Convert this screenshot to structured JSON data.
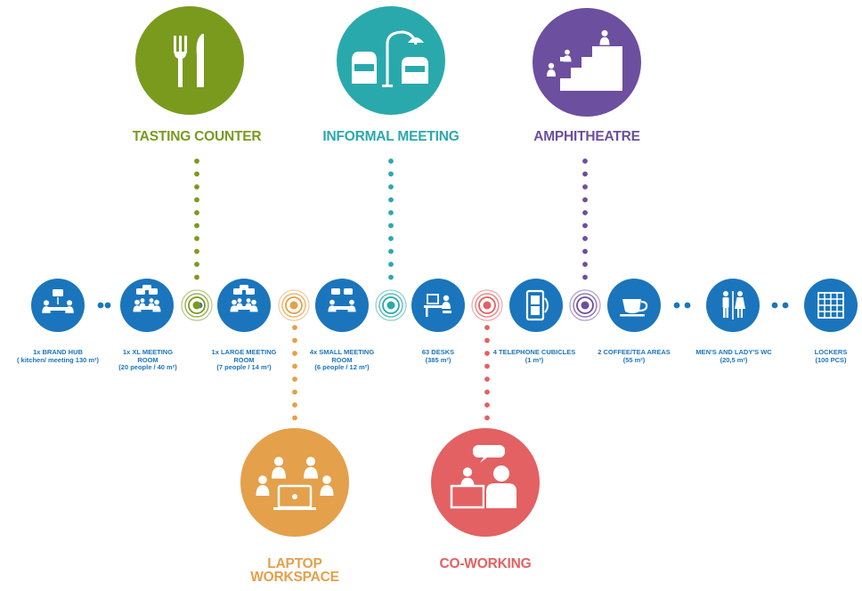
{
  "colors": {
    "blue": "#1b75bc",
    "green": "#7a9a1e",
    "teal": "#2aa9ad",
    "purple": "#6c4f9e",
    "orange": "#e4a04a",
    "red": "#e36162"
  },
  "timeline_items": [
    {
      "icon": "brand-hub-icon",
      "line1": "1x BRAND HUB",
      "line2": "( kitchen/ meeting 130 m²)",
      "line3": ""
    },
    {
      "icon": "xl-meeting-room-icon",
      "line1": "1x XL MEETING",
      "line2": "ROOM",
      "line3": "(20 people / 40 m²)"
    },
    {
      "icon": "large-meeting-room-icon",
      "line1": "1x LARGE MEETING",
      "line2": "ROOM",
      "line3": "(7 people / 14 m²)"
    },
    {
      "icon": "small-meeting-room-icon",
      "line1": "4x SMALL MEETING",
      "line2": "ROOM",
      "line3": "(6 people / 12 m²)"
    },
    {
      "icon": "desk-icon",
      "line1": "63 DESKS",
      "line2": "(385 m²)",
      "line3": ""
    },
    {
      "icon": "telephone-cubicle-icon",
      "line1": "4 TELEPHONE CUBICLES",
      "line2": "(1 m²)",
      "line3": ""
    },
    {
      "icon": "coffee-cup-icon",
      "line1": "2 COFFEE/TEA AREAS",
      "line2": "(55 m²)",
      "line3": ""
    },
    {
      "icon": "wc-icon",
      "line1": "MEN'S AND LADY'S WC",
      "line2": "(20,5 m²)",
      "line3": ""
    },
    {
      "icon": "lockers-icon",
      "line1": "LOCKERS",
      "line2": "(100 PCS)",
      "line3": ""
    }
  ],
  "top_features": [
    {
      "icon": "fork-knife-icon",
      "label": "TASTING COUNTER",
      "color": "#7a9a1e"
    },
    {
      "icon": "lounge-chairs-lamp-icon",
      "label": "INFORMAL MEETING",
      "color": "#2aa9ad"
    },
    {
      "icon": "stairs-seating-icon",
      "label": "AMPHITHEATRE",
      "color": "#6c4f9e"
    }
  ],
  "bottom_features": [
    {
      "icon": "laptop-group-icon",
      "label_line1": "LAPTOP",
      "label_line2": "WORKSPACE",
      "color": "#e4a04a"
    },
    {
      "icon": "co-working-icon",
      "label_line1": "CO-WORKING",
      "label_line2": "",
      "color": "#e36162"
    }
  ]
}
